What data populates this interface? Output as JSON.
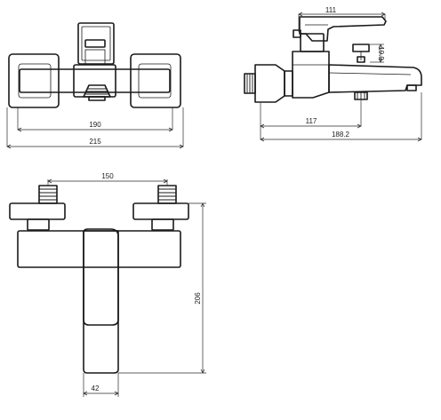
{
  "dimensions": {
    "front_width_inner": "190",
    "front_width_outer": "215",
    "side_top": "111",
    "side_height": "19.9",
    "side_spout": "117",
    "side_total": "188.2",
    "top_centers": "150",
    "top_depth": "206",
    "top_body_width": "42"
  }
}
